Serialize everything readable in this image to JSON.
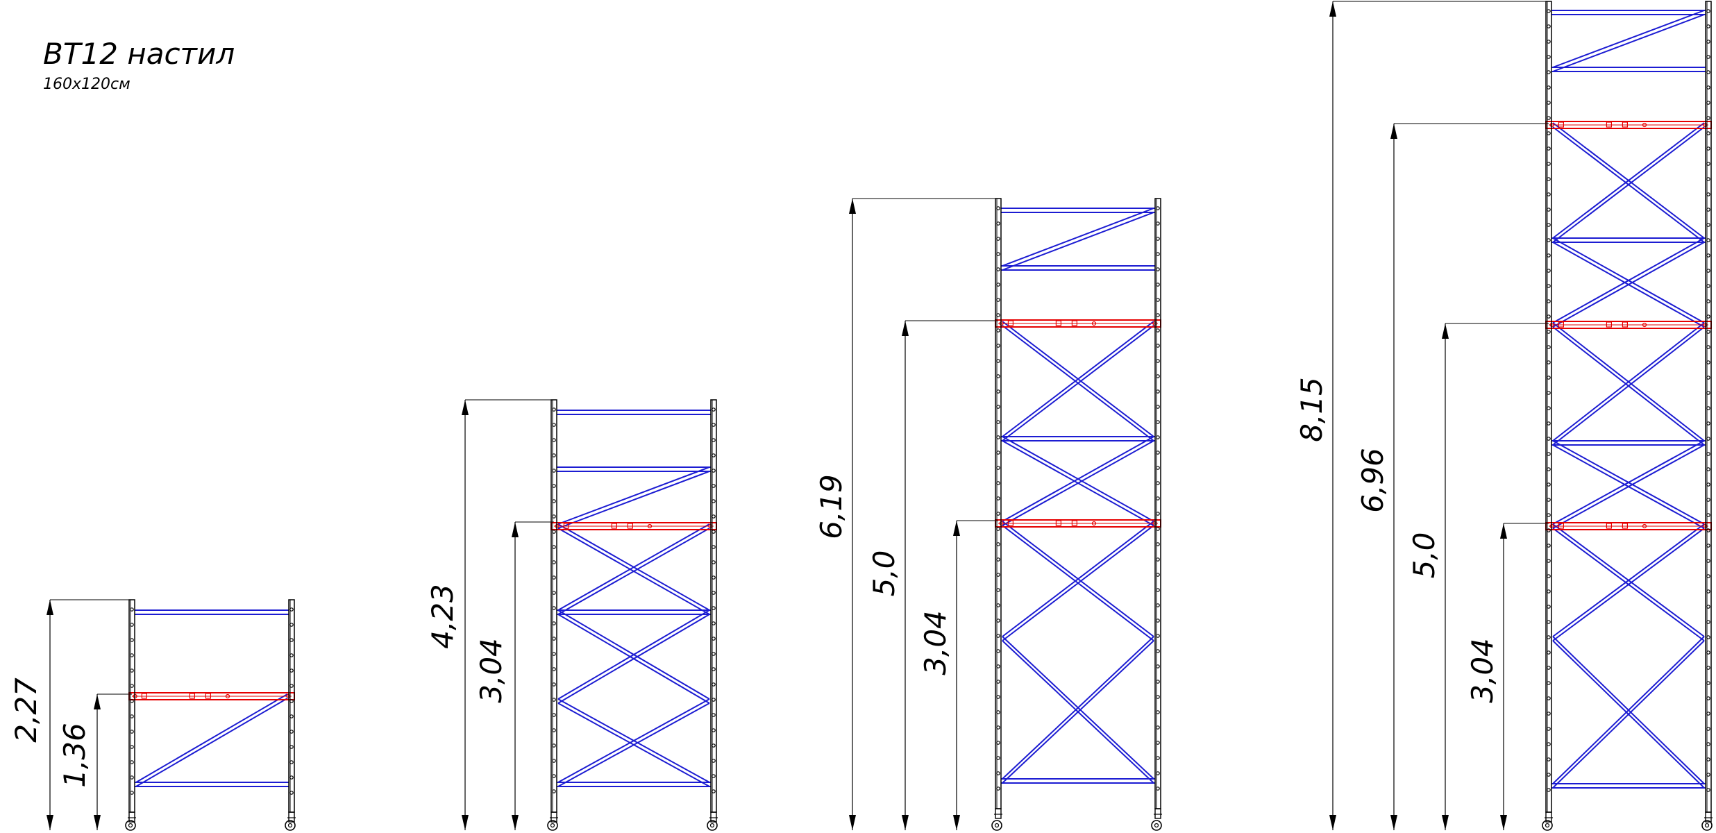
{
  "title": "ВТ12 настил",
  "subtitle": "160х120см",
  "colors": {
    "frame": "#000000",
    "brace": "#1c1cd2",
    "deck": "#e60000",
    "dimension": "#000000"
  },
  "towers": [
    {
      "name": "tower-1",
      "dimensions": [
        "2,27",
        "1,36"
      ]
    },
    {
      "name": "tower-2",
      "dimensions": [
        "4,23",
        "3,04"
      ]
    },
    {
      "name": "tower-3",
      "dimensions": [
        "6,19",
        "5,0",
        "3,04"
      ]
    },
    {
      "name": "tower-4",
      "dimensions": [
        "8,15",
        "6,96",
        "5,0",
        "3,04"
      ]
    }
  ]
}
